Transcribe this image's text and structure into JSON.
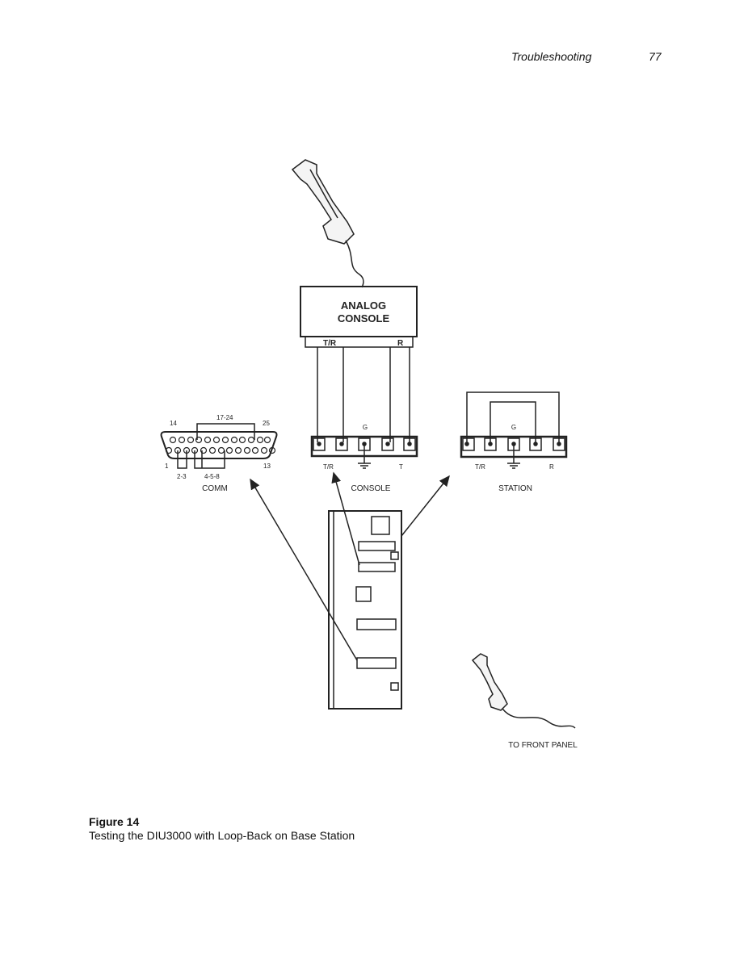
{
  "header": {
    "section": "Troubleshooting",
    "page_number": "77"
  },
  "diagram": {
    "console_box": {
      "line1": "ANALOG",
      "line2": "CONSOLE",
      "left_label": "T/R",
      "right_label": "R"
    },
    "comm": {
      "pin14": "14",
      "pin_group_top": "17-24",
      "pin25": "25",
      "pin1": "1",
      "pin13": "13",
      "group_a": "2-3",
      "group_b": "4-5-8",
      "label": "COMM"
    },
    "console_block": {
      "ground_label": "G",
      "left_label": "T/R",
      "right_label": "T",
      "label": "CONSOLE"
    },
    "station_block": {
      "ground_label": "G",
      "left_label": "T/R",
      "right_label": "R",
      "label": "STATION"
    },
    "front_panel_label": "TO FRONT PANEL"
  },
  "caption": {
    "title": "Figure 14",
    "text": "Testing the DIU3000 with Loop-Back on Base Station"
  }
}
